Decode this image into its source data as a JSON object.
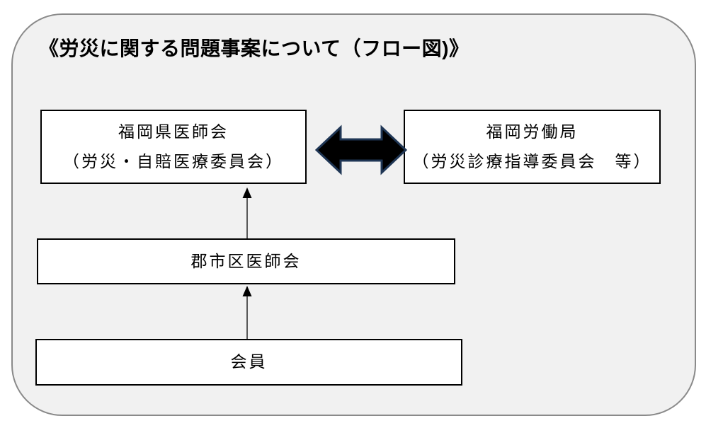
{
  "title": "《労災に関する問題事案について（フロー図)》",
  "nodes": {
    "fukuoka_medical_association": {
      "line1": "福岡県医師会",
      "line2": "（労災・自賠医療委員会）"
    },
    "fukuoka_labor_bureau": {
      "line1": "福岡労働局",
      "line2": "（労災診療指導委員会　等）"
    },
    "city_medical_association": {
      "label": "郡市区医師会"
    },
    "member": {
      "label": "会員"
    }
  },
  "edges": [
    {
      "from": "fukuoka_medical_association",
      "to": "fukuoka_labor_bureau",
      "type": "bidirectional-block-arrow"
    },
    {
      "from": "city_medical_association",
      "to": "fukuoka_medical_association",
      "type": "up-arrow"
    },
    {
      "from": "member",
      "to": "city_medical_association",
      "type": "up-arrow"
    }
  ],
  "colors": {
    "panel-bg": "#f1f1f1",
    "panel-border": "#8a8a8a",
    "box-bg": "#ffffff",
    "box-border": "#000000",
    "text": "#000000",
    "double-arrow-fill": "#000000",
    "double-arrow-stroke": "#1f3655",
    "arrow-line": "#595959",
    "arrow-head": "#000000"
  }
}
